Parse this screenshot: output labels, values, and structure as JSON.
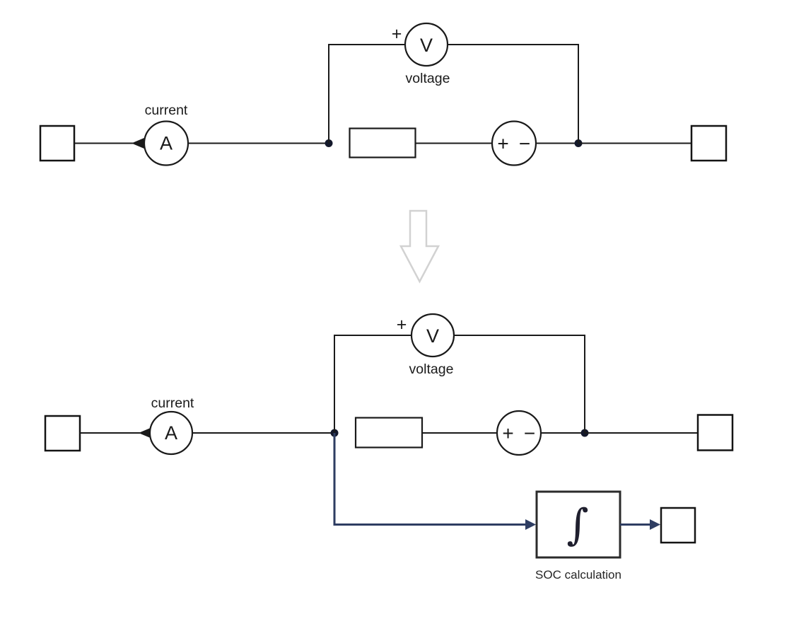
{
  "colors": {
    "wire": "#1a1a1a",
    "signal_blue": "#2e3d62",
    "transform_arrow_gray": "#d2d2d2",
    "soc_block_border": "#2b2b2b",
    "background": "#ffffff"
  },
  "top_circuit": {
    "current_label": "current",
    "ammeter_symbol": "A",
    "voltmeter_symbol": "V",
    "voltmeter_polarity": "+",
    "voltage_label": "voltage",
    "source_plus": "+",
    "source_minus": "−"
  },
  "bottom_circuit": {
    "current_label": "current",
    "ammeter_symbol": "A",
    "voltmeter_symbol": "V",
    "voltmeter_polarity": "+",
    "voltage_label": "voltage",
    "source_plus": "+",
    "source_minus": "−",
    "integrator_symbol": "∫",
    "soc_label": "SOC calculation"
  }
}
